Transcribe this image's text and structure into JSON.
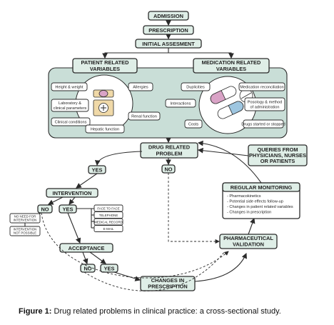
{
  "nodes": {
    "admission": "ADMISSION",
    "prescription": "PRESCRIPTION",
    "initial_assessment": "INITIAL ASSESMENT",
    "patient_related_1": "PATIENT RELATED",
    "patient_related_2": "VARIABLES",
    "medication_related_1": "MEDICATION RELATED",
    "medication_related_2": "VARIABLES",
    "drug_related_1": "DRUG RELATED",
    "drug_related_2": "PROBLEM",
    "queries_1": "QUERIES FROM",
    "queries_2": "PHYSICIANS, NURSES",
    "queries_3": "OR PATIENTS",
    "yes_top": "YES",
    "no_top": "NO",
    "intervention": "INTERVENTION",
    "no_left": "NO",
    "yes_left": "YES",
    "acceptance": "ACCEPTANCE",
    "no_bottom": "NO",
    "yes_bottom": "YES",
    "changes_1": "CHANGES IN",
    "changes_2": "PRESCRIPTION",
    "pharma_1": "PHARMACEUTICAL",
    "pharma_2": "VALIDATION",
    "regular_monitoring": "REGULAR MONITORING"
  },
  "patient_variables": {
    "height_weight": "Height & weight",
    "allergies": "Allergies",
    "lab_1": "Laboratory &",
    "lab_2": "clinical parameters",
    "clinical_conditions": "Clinical conditions",
    "renal": "Renal function",
    "hepatic": "Hepatic function"
  },
  "medication_variables": {
    "duplicities": "Duplicities",
    "med_reconciliation": "Medication reconciliation",
    "interactions": "Interactions",
    "posology_1": "Posology & method",
    "posology_2": "of administration",
    "costs": "Costs",
    "drugs_started": "Drugs started or stopped"
  },
  "no_intervention_reasons": {
    "need_1": "NO NEED FOR",
    "need_2": "INTERVENTION",
    "possible_1": "INTERVENTION",
    "possible_2": "NOT POSSIBLE"
  },
  "communication_channels": {
    "face_to_face": "FACE TO FACE",
    "telephone": "TELEPHONE",
    "medical_record": "MEDICAL RECORD",
    "email": "E-MAIL"
  },
  "monitoring_items": {
    "item1": "- Pharmacokinetics",
    "item2": "- Potential side effects follow-up",
    "item3": "- Changes in patient related variables",
    "item4": "- Changes in prescription"
  },
  "caption": {
    "label": "Figure 1:",
    "text": " Drug related problems in clinical practice: a cross-sectional study."
  }
}
